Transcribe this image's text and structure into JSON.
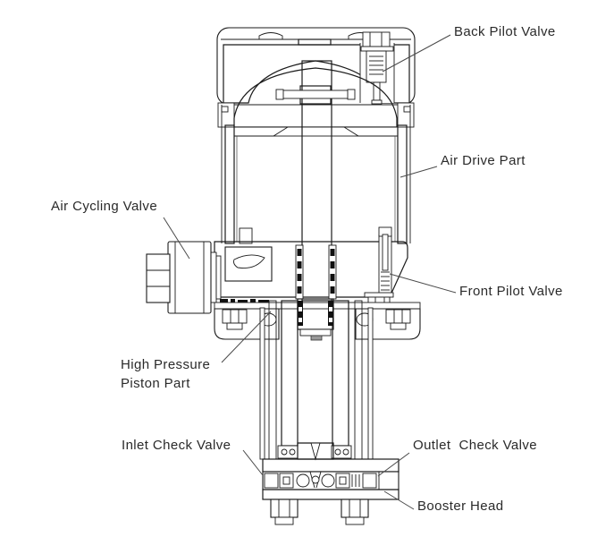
{
  "diagram": {
    "background_color": "#ffffff",
    "line_color": "#1b1b1b",
    "label_color": "#2a2a2a",
    "callouts": {
      "back_pilot_valve": {
        "label": "Back Pilot Valve"
      },
      "air_drive_part": {
        "label": "Air Drive Part"
      },
      "air_cycling_valve": {
        "label": "Air Cycling Valve"
      },
      "front_pilot_valve": {
        "label": "Front Pilot Valve"
      },
      "high_pressure_piston_part": {
        "label_line1": "High Pressure",
        "label_line2": "Piston Part"
      },
      "inlet_check_valve": {
        "label": "Inlet Check Valve"
      },
      "outlet_check_valve": {
        "label": "Outlet  Check Valve"
      },
      "booster_head": {
        "label": "Booster Head"
      }
    }
  }
}
